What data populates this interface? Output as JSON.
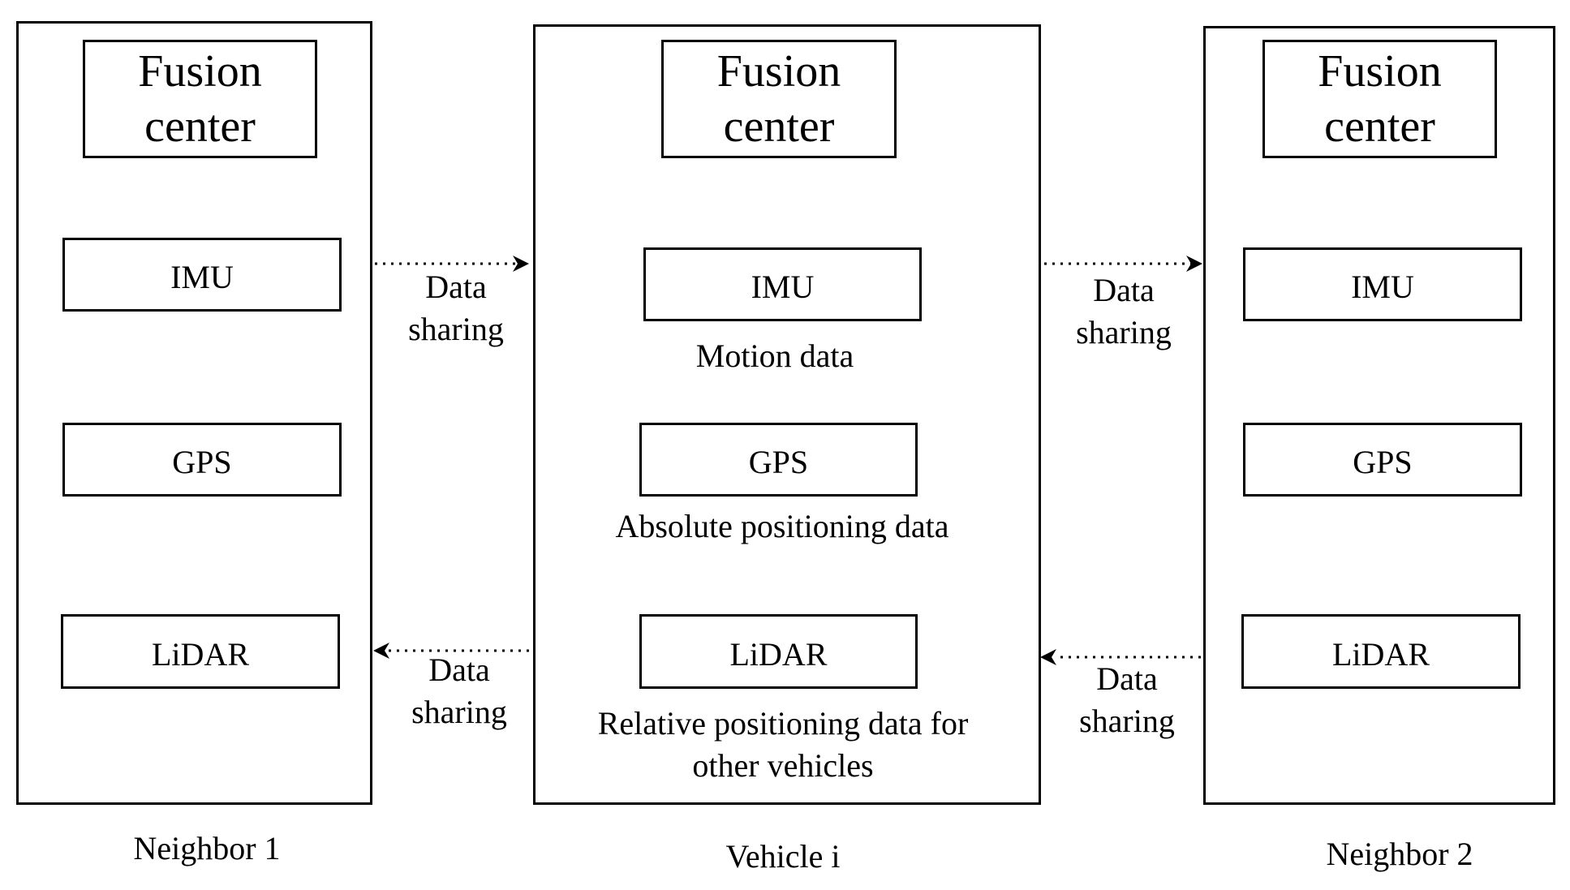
{
  "panels": {
    "neighbor1": {
      "fusion": [
        "Fusion",
        "center"
      ],
      "imu": "IMU",
      "gps": "GPS",
      "lidar": "LiDAR",
      "caption": "Neighbor 1"
    },
    "vehicle": {
      "fusion": [
        "Fusion",
        "center"
      ],
      "imu": "IMU",
      "imu_desc": "Motion data",
      "gps": "GPS",
      "gps_desc": "Absolute positioning data",
      "lidar": "LiDAR",
      "lidar_desc": [
        "Relative positioning data for",
        "other vehicles"
      ],
      "caption": "Vehicle i"
    },
    "neighbor2": {
      "fusion": [
        "Fusion",
        "center"
      ],
      "imu": "IMU",
      "gps": "GPS",
      "lidar": "LiDAR",
      "caption": "Neighbor 2"
    }
  },
  "flows": {
    "n1_to_vehicle": [
      "Data",
      "sharing"
    ],
    "vehicle_to_n2": [
      "Data",
      "sharing"
    ],
    "vehicle_to_n1": [
      "Data",
      "sharing"
    ],
    "n2_to_vehicle": [
      "Data",
      "sharing"
    ]
  }
}
